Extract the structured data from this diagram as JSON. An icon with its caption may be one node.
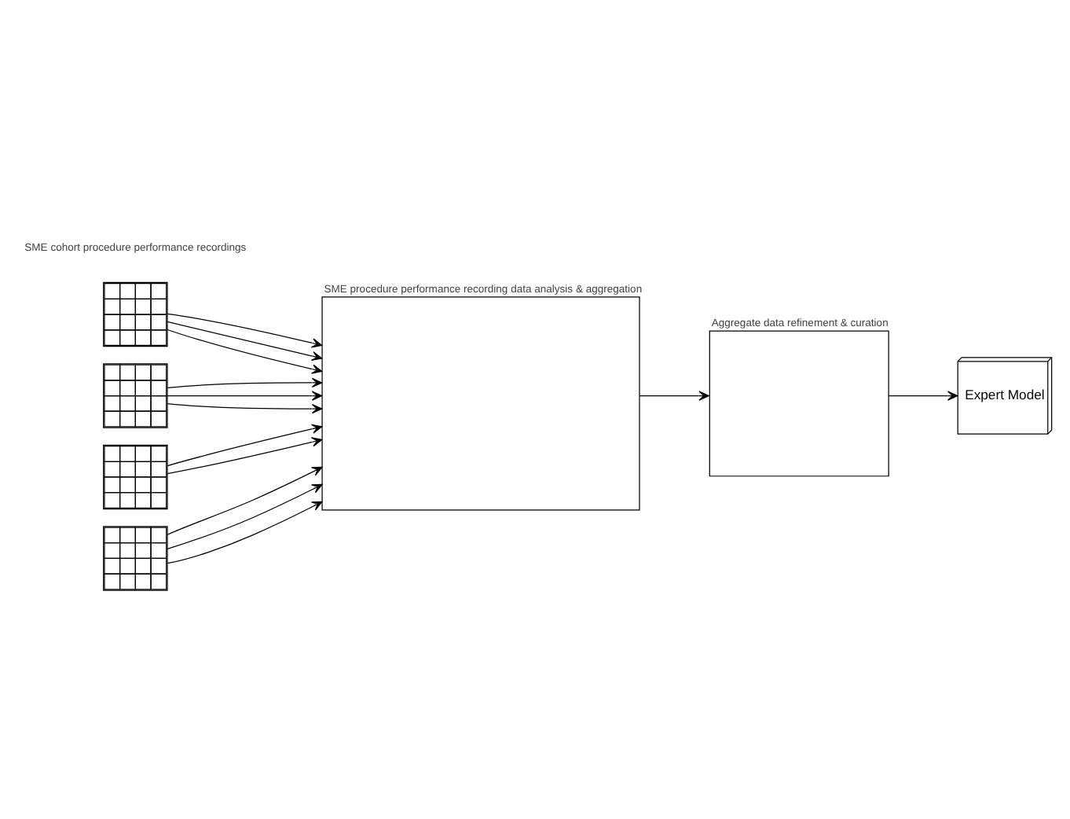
{
  "diagram": {
    "nodes": [
      {
        "text": [],
        "shape": "grid"
      },
      {
        "text": [],
        "shape": "grid"
      },
      {
        "text": [],
        "shape": "grid"
      },
      {
        "text": [],
        "shape": "grid"
      },
      {
        "text": [
          "SME procedure performance recording data analysis & aggregation"
        ]
      },
      {
        "text": [
          "Aggregate data refinement & curation"
        ]
      },
      {
        "text": [
          "Expert Model"
        ]
      }
    ],
    "edges": [
      {
        "from": 0,
        "to": 4,
        "arrow": "to"
      },
      {
        "from": 0,
        "to": 4,
        "arrow": "to"
      },
      {
        "from": 0,
        "to": 4,
        "arrow": "to"
      },
      {
        "from": 1,
        "to": 4,
        "arrow": "to"
      },
      {
        "from": 1,
        "to": 4,
        "arrow": "to"
      },
      {
        "from": 1,
        "to": 4,
        "arrow": "to"
      },
      {
        "from": 2,
        "to": 4,
        "arrow": "to"
      },
      {
        "from": 2,
        "to": 4,
        "arrow": "to"
      },
      {
        "from": 3,
        "to": 4,
        "arrow": "to"
      },
      {
        "from": 3,
        "to": 4,
        "arrow": "to"
      },
      {
        "from": 3,
        "to": 4,
        "arrow": "to"
      },
      {
        "from": 4,
        "to": 5,
        "arrow": "to"
      },
      {
        "from": 5,
        "to": 6,
        "arrow": "to"
      }
    ],
    "labels": [
      "SME cohort procedure performance recordings"
    ]
  }
}
